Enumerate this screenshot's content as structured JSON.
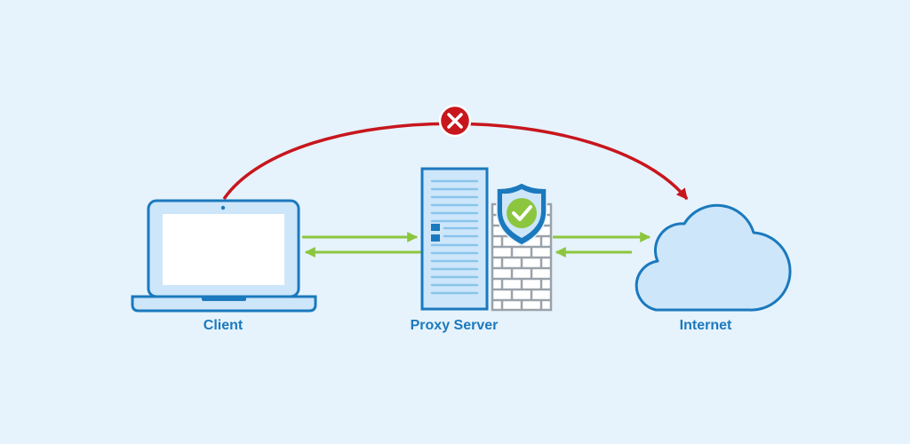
{
  "labels": {
    "client": "Client",
    "proxy": "Proxy Server",
    "internet": "Internet"
  },
  "icons": {
    "client": "laptop-icon",
    "proxy": "server-icon",
    "firewall": "firewall-icon",
    "shield": "shield-check-icon",
    "internet": "cloud-icon",
    "blocked": "blocked-x-icon"
  },
  "colors": {
    "background": "#e6f3fd",
    "outline": "#1b79bd",
    "fill_light": "#cde6fa",
    "allowed_arrow": "#8cc63f",
    "blocked_arc": "#c8161d",
    "label_text": "#1b79bd"
  }
}
